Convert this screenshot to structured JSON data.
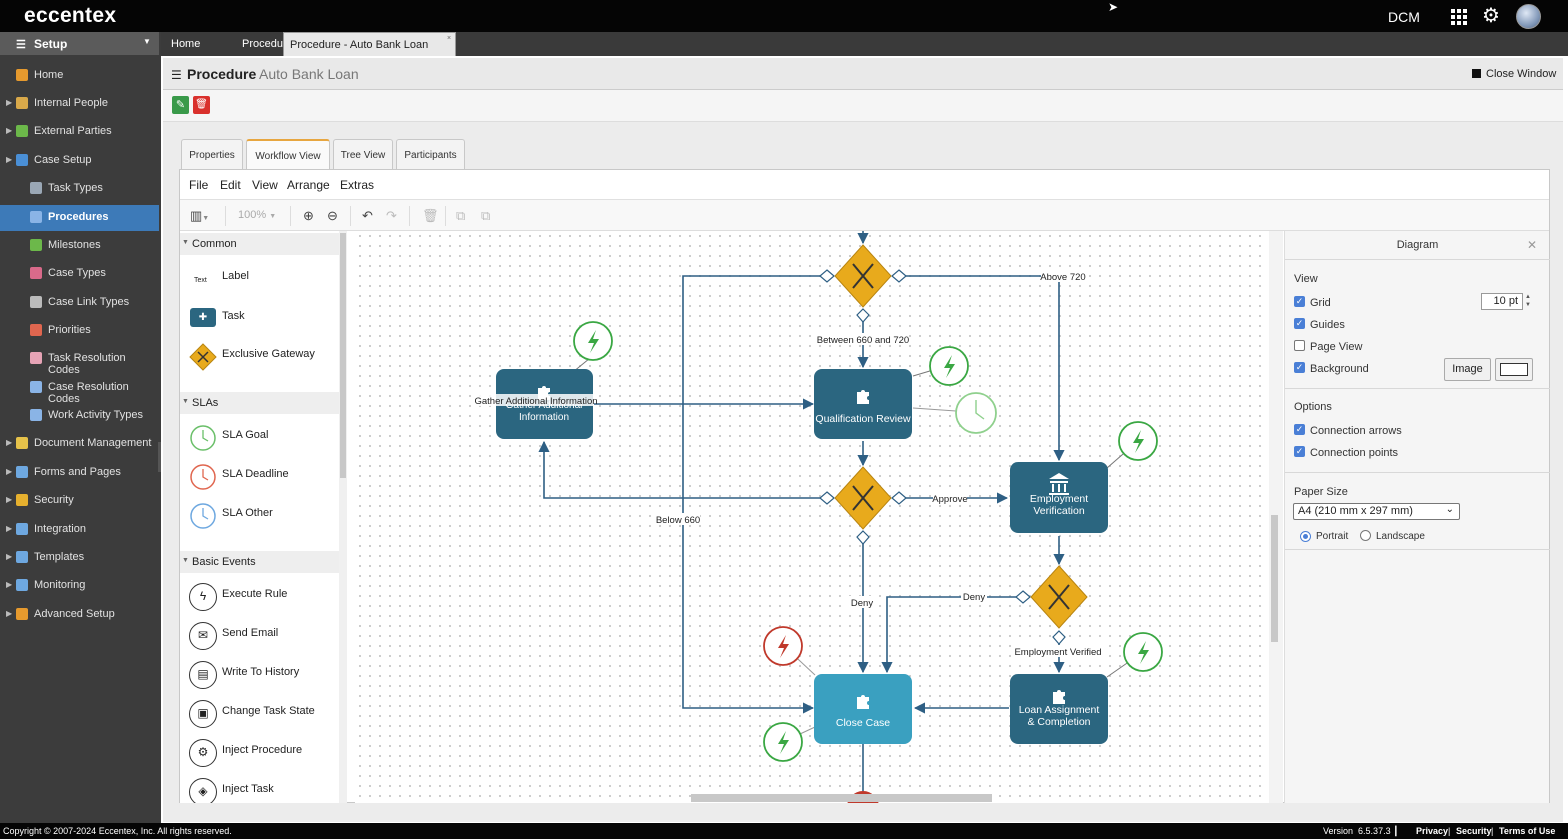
{
  "app": {
    "brand": "eccentex",
    "user": "DCM"
  },
  "sidebar": {
    "setup_label": "Setup",
    "items": [
      {
        "label": "Home"
      },
      {
        "label": "Internal People"
      },
      {
        "label": "External Parties"
      },
      {
        "label": "Case Setup"
      },
      {
        "label": "Task Types"
      },
      {
        "label": "Procedures"
      },
      {
        "label": "Milestones"
      },
      {
        "label": "Case Types"
      },
      {
        "label": "Case Link Types"
      },
      {
        "label": "Priorities"
      },
      {
        "label": "Task Resolution Codes"
      },
      {
        "label": "Case Resolution Codes"
      },
      {
        "label": "Work Activity Types"
      },
      {
        "label": "Document Management"
      },
      {
        "label": "Forms and Pages"
      },
      {
        "label": "Security"
      },
      {
        "label": "Integration"
      },
      {
        "label": "Templates"
      },
      {
        "label": "Monitoring"
      },
      {
        "label": "Advanced Setup"
      }
    ]
  },
  "tabs": [
    {
      "label": "Home"
    },
    {
      "label": "Procedures"
    },
    {
      "label": "Procedure - Auto Bank Loan"
    }
  ],
  "page": {
    "title": "Procedure",
    "subtitle": "Auto Bank Loan",
    "close_label": "Close Window"
  },
  "inner_tabs": [
    "Properties",
    "Workflow View",
    "Tree View",
    "Participants"
  ],
  "menu": [
    "File",
    "Edit",
    "View",
    "Arrange",
    "Extras"
  ],
  "toolbar": {
    "zoom": "100%"
  },
  "palette": {
    "sections": [
      "Common",
      "SLAs",
      "Basic Events"
    ],
    "common": [
      "Label",
      "Task",
      "Exclusive Gateway"
    ],
    "label_icon_text": "Text",
    "slas": [
      "SLA Goal",
      "SLA Deadline",
      "SLA Other"
    ],
    "events": [
      "Execute Rule",
      "Send Email",
      "Write To History",
      "Change Task State",
      "Inject Procedure",
      "Inject Task"
    ]
  },
  "diagram": {
    "tasks": {
      "gather": "Gather Additional Information",
      "gather_overlay": "Gather Additional Information",
      "qualification": "Qualification Review",
      "employment": "Employment Verification",
      "close": "Close Case",
      "loan": "Loan Assignment & Completion"
    },
    "edges": {
      "above": "Above 720",
      "between": "Between 660 and 720",
      "below": "Below 660",
      "approve": "Approve",
      "deny1": "Deny",
      "deny2": "Deny",
      "verified": "Employment Verified"
    }
  },
  "format_panel": {
    "title": "Diagram",
    "view_label": "View",
    "grid": "Grid",
    "grid_size": "10 pt",
    "guides": "Guides",
    "page_view": "Page View",
    "background": "Background",
    "image_btn": "Image",
    "options_label": "Options",
    "connection_arrows": "Connection arrows",
    "connection_points": "Connection points",
    "paper_size_label": "Paper Size",
    "paper_size": "A4 (210 mm x 297 mm)",
    "portrait": "Portrait",
    "landscape": "Landscape"
  },
  "footer": {
    "copyright": "Copyright © 2007-2024 Eccentex, Inc. All rights reserved.",
    "version_label": "Version",
    "version": "6.5.37.3",
    "privacy": "Privacy",
    "security": "Security",
    "terms": "Terms of Use"
  },
  "colors": {
    "task": "#2b6680",
    "task_light": "#3aa0c0",
    "gateway": "#e8aa1c",
    "edge": "#2e5f84",
    "accent_green": "#3aa743",
    "accent_red": "#c0392b"
  }
}
